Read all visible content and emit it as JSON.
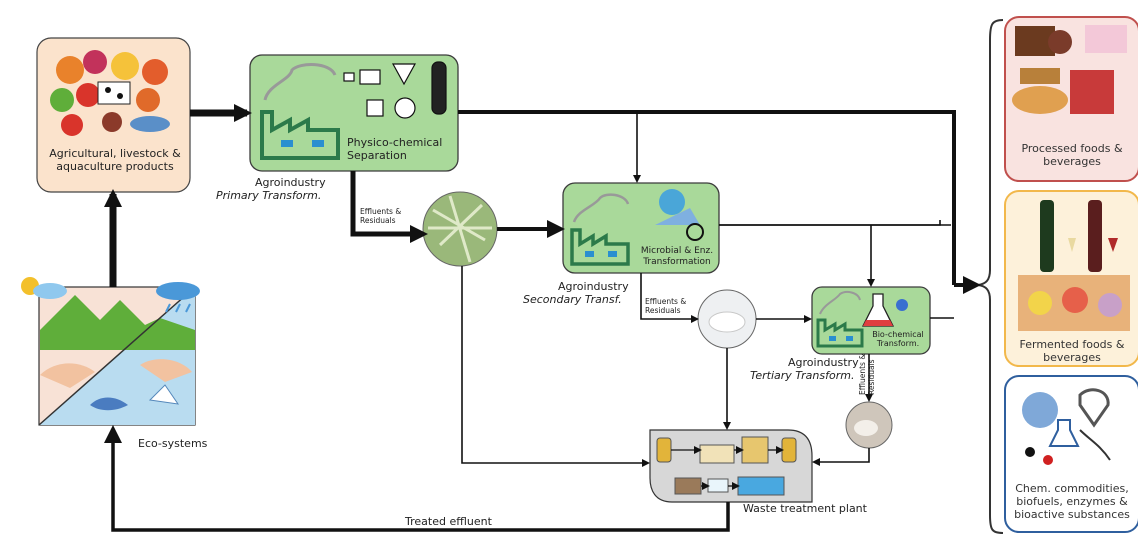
{
  "labels": {
    "agri_products": "Agricultural, livestock & aquaculture products",
    "ecosystems": "Eco-systems",
    "physico_sep": "Physico-chemical Separation",
    "agro_primary_title": "Agroindustry",
    "agro_primary_sub": "Primary Transform.",
    "effluents_1": "Effluents & Residuals",
    "microbial": "Microbial & Enz. Transformation",
    "agro_secondary_title": "Agroindustry",
    "agro_secondary_sub": "Secondary Transf.",
    "effluents_2": "Effluents & Residuals",
    "biochemical": "Bio-chemical Transform.",
    "agro_tertiary_title": "Agroindustry",
    "agro_tertiary_sub": "Tertiary Transform.",
    "effluents_3": "Effluents & Residuals",
    "waste_plant": "Waste treatment plant",
    "treated_effluent": "Treated effluent",
    "processed": "Processed foods & beverages",
    "fermented": "Fermented foods & beverages",
    "chem": "Chem. commodities, biofuels, enzymes & bioactive substances"
  },
  "colors": {
    "stage_green": "#a9d99a",
    "stage_border": "#3c3c3c",
    "agri_fill": "#fbe3cc",
    "processed_border": "#c0504d",
    "fermented_border": "#f2b84b",
    "chem_border": "#2f5f9e",
    "water_blue": "#b9dcf0",
    "plant_gray": "#d7d7d7"
  }
}
